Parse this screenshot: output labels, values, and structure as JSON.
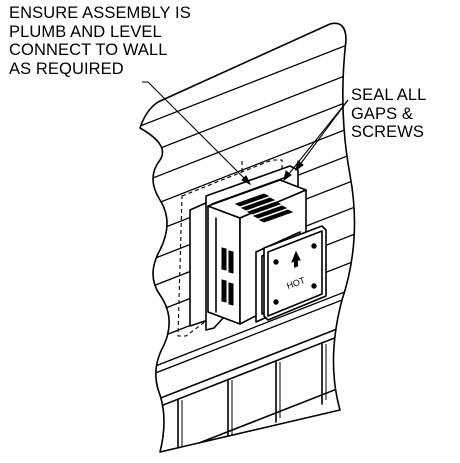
{
  "callouts": {
    "left": {
      "lines": [
        "ENSURE ASSEMBLY IS",
        "PLUMB AND LEVEL",
        "CONNECT TO WALL",
        "AS REQUIRED"
      ]
    },
    "right": {
      "lines": [
        "SEAL ALL",
        "GAPS &",
        "SCREWS"
      ]
    }
  },
  "plate_label": "HOT"
}
